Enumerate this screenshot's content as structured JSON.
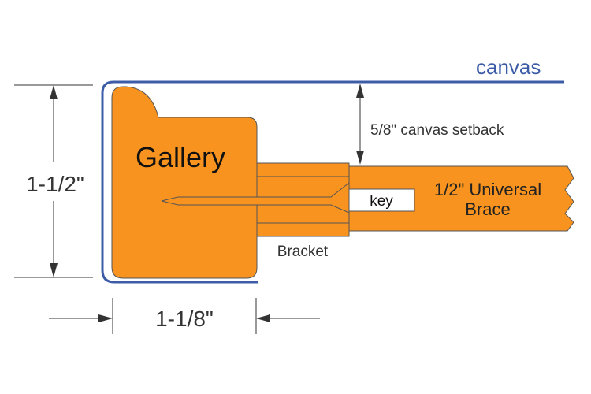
{
  "colors": {
    "wood": "#F7931E",
    "outline": "#555555",
    "canvas_line": "#3C5CA8",
    "text": "#333333"
  },
  "labels": {
    "canvas": "canvas",
    "setback": "5/8\" canvas setback",
    "gallery": "Gallery",
    "brace_line1": "1/2\" Universal",
    "brace_line2": "Brace",
    "key": "key",
    "bracket": "Bracket",
    "height_dim": "1-1/2\"",
    "width_dim": "1-1/8\""
  }
}
